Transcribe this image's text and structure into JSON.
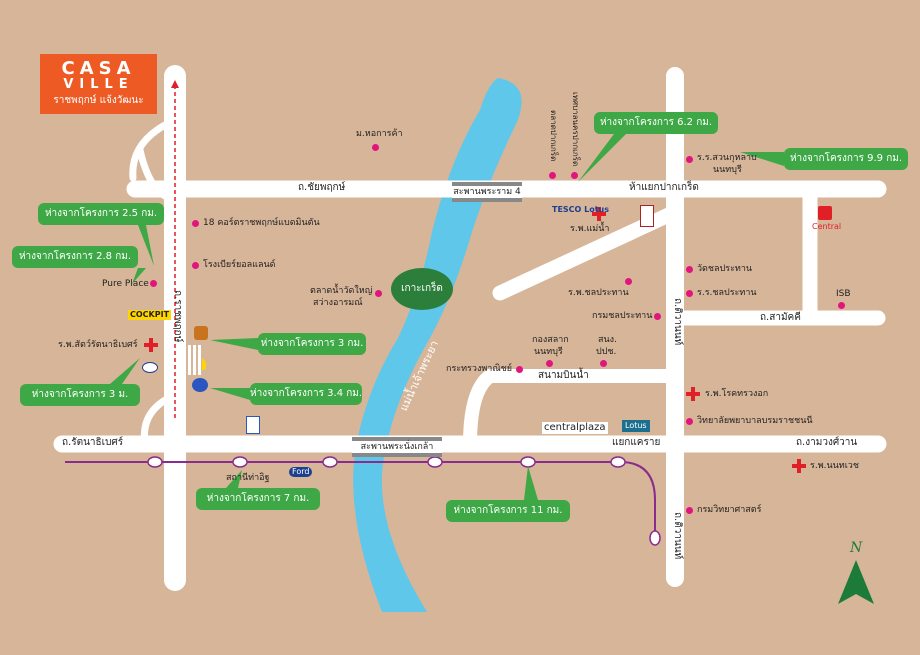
{
  "logo": {
    "line1": "CASA",
    "line2": "VILLE",
    "tagline": "ราชพฤกษ์ แจ้งวัฒนะ"
  },
  "colors": {
    "background": "#d7b599",
    "road": "#ffffff",
    "river": "#5ec7ea",
    "callout": "#3fa846",
    "poi_dot": "#e0157e",
    "hospital_cross": "#e01f26",
    "rail": "#8a2b8e",
    "logo": "#ee5a24"
  },
  "roads": {
    "chaiyaphruek": "ถ.ชัยพฤกษ์",
    "pak_kret_junction": "ห้าแยกปากเกร็ด",
    "rattanathibet": "ถ.รัตนาธิเบศร์",
    "khae_rai": "แยกแคราย",
    "ngam_wong_wan": "ถ.งามวงศ์วาน",
    "ratchaphruek": "ถ.ราชพฤกษ์",
    "tiwanon_top": "ถ.ติวานนท์",
    "tiwanon_bottom": "ถ.ติวานนท์",
    "samakkhi": "ถ.สามัคคี",
    "sanam_bin_nam": "สนามบินน้ำ"
  },
  "bridges": {
    "rama4": "สะพานพระราม 4",
    "nonthaburi": "สะพานพระนั่งเกล้า"
  },
  "river_label": "แม่น้ำเจ้าพระยา",
  "island_label": "เกาะเกร็ด",
  "callouts": {
    "c25": "ห่างจากโครงการ 2.5 กม.",
    "c28": "ห่างจากโครงการ 2.8 กม.",
    "c3m": "ห่างจากโครงการ 3 ม.",
    "c3": "ห่างจากโครงการ 3 กม.",
    "c34": "ห่างจากโครงการ 3.4 กม.",
    "c62": "ห่างจากโครงการ 6.2 กม.",
    "c99": "ห่างจากโครงการ 9.9 กม.",
    "c7": "ห่างจากโครงการ 7 กม.",
    "c11": "ห่างจากโครงการ 11 กม."
  },
  "places": {
    "mhk": "ม.หอการค้า",
    "pak_kret_market": "ตลาดปากเกร็ด",
    "pak_kret_municipality": "เทศบาลนครปากเกร็ด",
    "badminton": "18 คอร์ตราชพฤกษ์แบดมินตัน",
    "bowling": "โรงเบียร์ยอลแลนด์",
    "pure_place": "Pure Place",
    "vet": "ร.พ.สัตว์รัตนาธิเบศร์",
    "floating_market": "ตลาดน้ำวัดใหญ่",
    "sawang_arom": "สว่างอารมณ์",
    "mae_nam_hosp": "ร.พ.แม่น้ำ",
    "chonprathan_hosp": "ร.พ.ชลประทาน",
    "irrigation_dept": "กรมชลประทาน",
    "school_suankularb": "ร.ร.สวนกุหลาบ",
    "school_suankularb2": "นนทบุรี",
    "wat_chonprathan": "วัดชลประทาน",
    "school_chonprathan": "ร.ร.ชลประทาน",
    "isb": "ISB",
    "army_band": "กองสลาก",
    "army_band2": "นนทบุรี",
    "sangkhom": "สนง.",
    "sangkhom2": "ปปช.",
    "commerce": "กระทรวงพาณิชย์",
    "chest_hosp": "ร.พ.โรคทรวงอก",
    "nursing_college": "วิทยาลัยพยาบาลบรมราชชนนี",
    "nonthavej": "ร.พ.นนทเวช",
    "dept_science": "กรมวิทยาศาสตร์",
    "tha_it": "สถานีท่าอิฐ"
  },
  "brands": {
    "tesco": "TESCO Lotus",
    "central": "Central",
    "centralplaza": "centralplaza",
    "lotus": "Lotus",
    "cockpit": "COCKPIT",
    "ford": "Ford"
  },
  "compass": "N"
}
